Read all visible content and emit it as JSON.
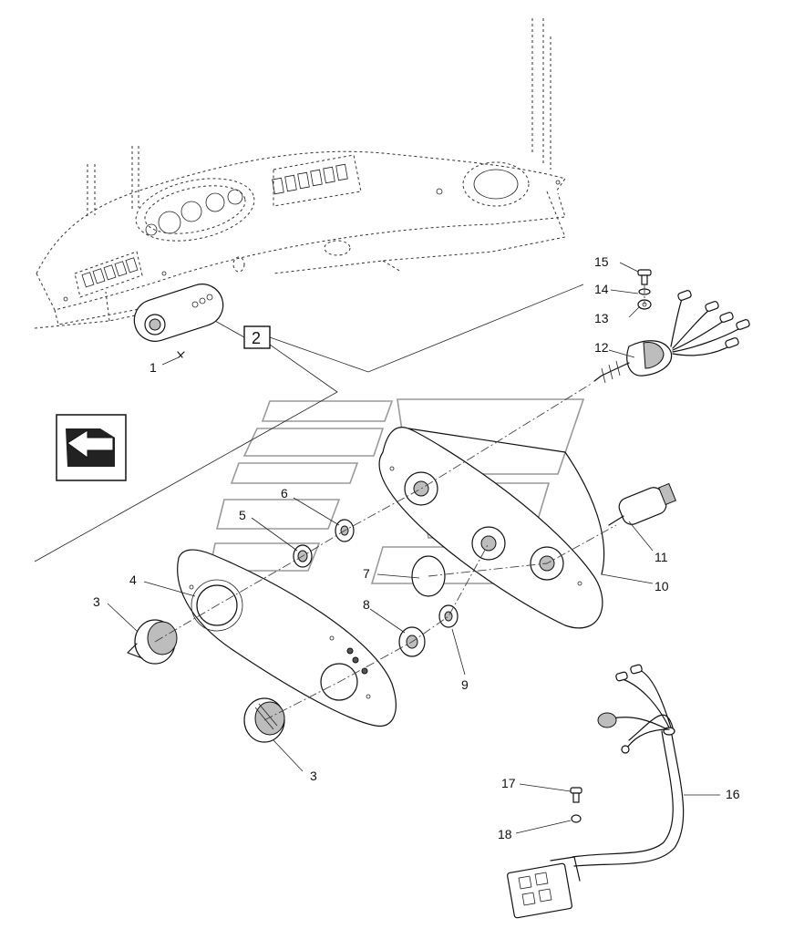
{
  "callouts": {
    "c1": "1",
    "c2": "2",
    "c3a": "3",
    "c3b": "3",
    "c4": "4",
    "c5": "5",
    "c6": "6",
    "c7": "7",
    "c8": "8",
    "c9": "9",
    "c10": "10",
    "c11": "11",
    "c12": "12",
    "c13": "13",
    "c14": "14",
    "c15": "15",
    "c16": "16",
    "c17": "17",
    "c18": "18"
  },
  "icons": {
    "view_arrow": "direction-arrow-icon",
    "watermark": "watermark-logo"
  },
  "colors": {
    "line": "#111111",
    "background": "#ffffff",
    "watermark": "#9a9a9a"
  }
}
